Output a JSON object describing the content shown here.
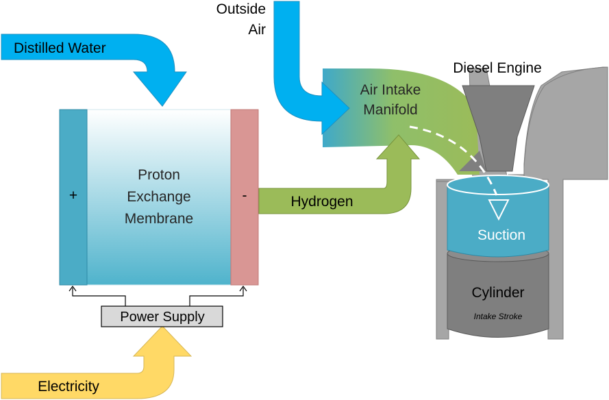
{
  "labels": {
    "distilled_water": "Distilled Water",
    "outside_air_line1": "Outside",
    "outside_air_line2": "Air",
    "air_intake_line1": "Air Intake",
    "air_intake_line2": "Manifold",
    "diesel_engine": "Diesel Engine",
    "membrane_line1": "Proton",
    "membrane_line2": "Exchange",
    "membrane_line3": "Membrane",
    "positive": "+",
    "negative": "-",
    "hydrogen": "Hydrogen",
    "suction": "Suction",
    "cylinder": "Cylinder",
    "intake_stroke": "Intake Stroke",
    "power_supply": "Power Supply",
    "electricity": "Electricity"
  },
  "colors": {
    "water_arrow": "#00b0f0",
    "hydrogen_arrow": "#9bbb59",
    "electricity_arrow": "#ffd966",
    "positive_electrode": "#4bacc6",
    "negative_electrode": "#d99694",
    "suction_volume": "#4bacc6",
    "cylinder_body": "#7f7f7f",
    "engine_wall": "#a6a6a6"
  }
}
